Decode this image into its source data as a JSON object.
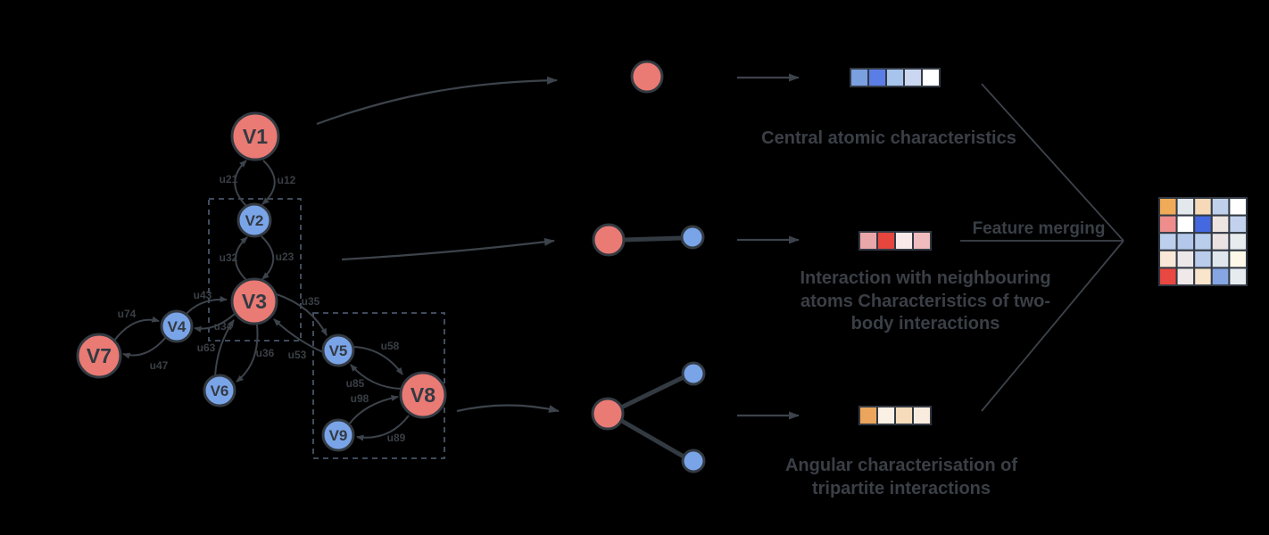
{
  "colors": {
    "background": "#000000",
    "node_red": "#ea7a74",
    "node_blue": "#7aa4e8",
    "node_stroke": "#333a42",
    "node_text": "#333a42",
    "edge": "#3d434b",
    "label": "#3a3f46",
    "box_dash": "#475468",
    "cell_stroke": "#333a44"
  },
  "graph": {
    "nodes": [
      {
        "label": "V1",
        "color": "red"
      },
      {
        "label": "V2",
        "color": "blue"
      },
      {
        "label": "V3",
        "color": "red"
      },
      {
        "label": "V4",
        "color": "blue"
      },
      {
        "label": "V5",
        "color": "blue"
      },
      {
        "label": "V6",
        "color": "blue"
      },
      {
        "label": "V7",
        "color": "red"
      },
      {
        "label": "V8",
        "color": "red"
      },
      {
        "label": "V9",
        "color": "blue"
      }
    ],
    "edges": [
      {
        "label": "u21"
      },
      {
        "label": "u12"
      },
      {
        "label": "u32"
      },
      {
        "label": "u23"
      },
      {
        "label": "u43"
      },
      {
        "label": "u34"
      },
      {
        "label": "u74"
      },
      {
        "label": "u47"
      },
      {
        "label": "u63"
      },
      {
        "label": "u36"
      },
      {
        "label": "u53"
      },
      {
        "label": "u35"
      },
      {
        "label": "u58"
      },
      {
        "label": "u85"
      },
      {
        "label": "u98"
      },
      {
        "label": "u89"
      }
    ]
  },
  "annotations": {
    "central": "Central atomic characteristics",
    "pair_lines": [
      "Interaction with neighbouring",
      "atoms Characteristics of two-",
      "body interactions"
    ],
    "angular_lines": [
      "Angular characterisation of",
      "tripartite interactions"
    ],
    "feature_merging": "Feature merging"
  },
  "strips": {
    "central": [
      "#7aa0e0",
      "#5b7de6",
      "#a6c4ec",
      "#cbd7f0",
      "#ffffff"
    ],
    "pair": [
      "#e9a7aa",
      "#e6463e",
      "#fae9e9",
      "#f0bbbc"
    ],
    "angular": [
      "#eca55c",
      "#faf0e4",
      "#f6dcbc",
      "#f9ecdf"
    ]
  },
  "matrix": {
    "rows": [
      [
        "#f0ab58",
        "#e3e8ec",
        "#f5d9b8",
        "#bfd0ea",
        "#ffffff"
      ],
      [
        "#ef8d8d",
        "#ffffff",
        "#4468e0",
        "#ece4e0",
        "#c2d2ee"
      ],
      [
        "#bccfec",
        "#b3c8ea",
        "#b9cdec",
        "#ebe3e3",
        "#e8ecef"
      ],
      [
        "#f9e8d8",
        "#ece7e8",
        "#b9cceb",
        "#dfe7ec",
        "#fdf8e7"
      ],
      [
        "#e84742",
        "#efe9ea",
        "#f9e5cc",
        "#85a5e3",
        "#e6ebf0"
      ]
    ]
  }
}
